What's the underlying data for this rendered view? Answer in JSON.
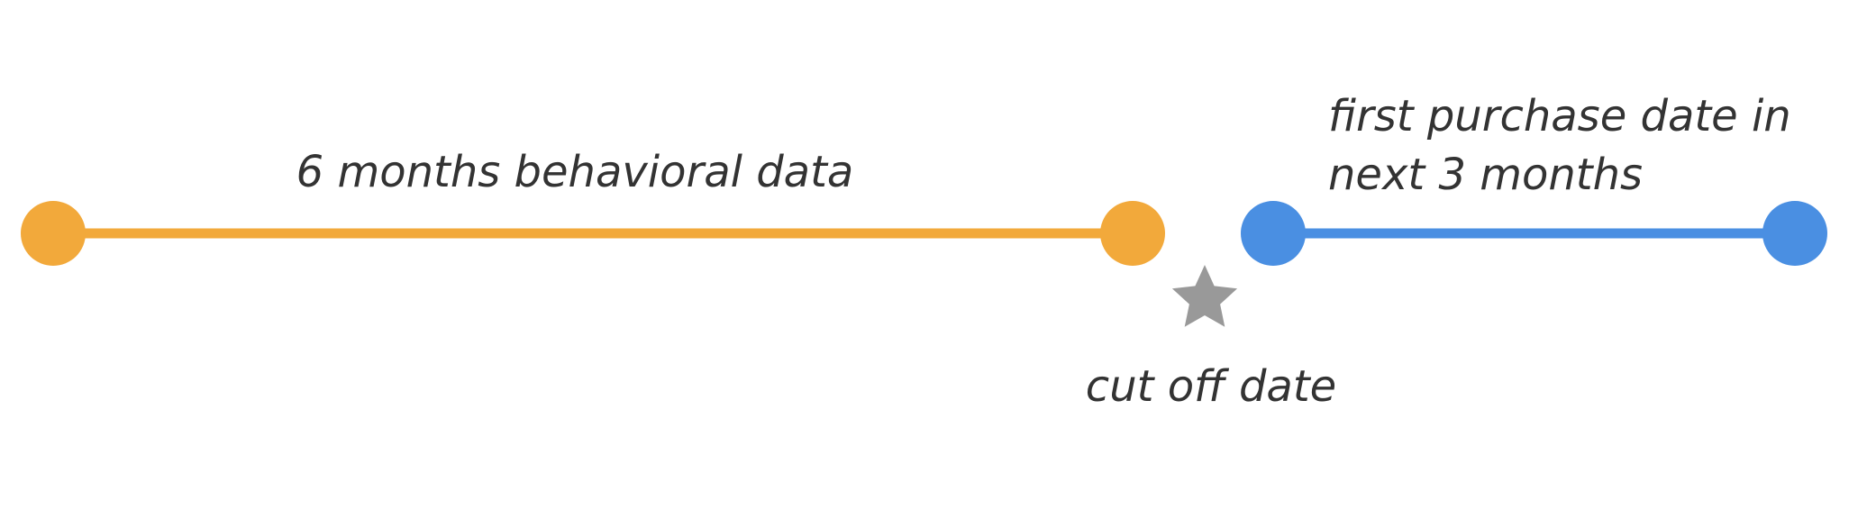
{
  "diagram": {
    "segments": [
      {
        "label_lines": [
          "6 months behavioral data"
        ],
        "color": "#F2A93B"
      },
      {
        "label_lines": [
          "first purchase date in",
          "next 3 months"
        ],
        "color": "#4A8FE2"
      }
    ],
    "marker": {
      "icon": "star-icon",
      "label": "cut off date",
      "color": "#999999"
    }
  }
}
